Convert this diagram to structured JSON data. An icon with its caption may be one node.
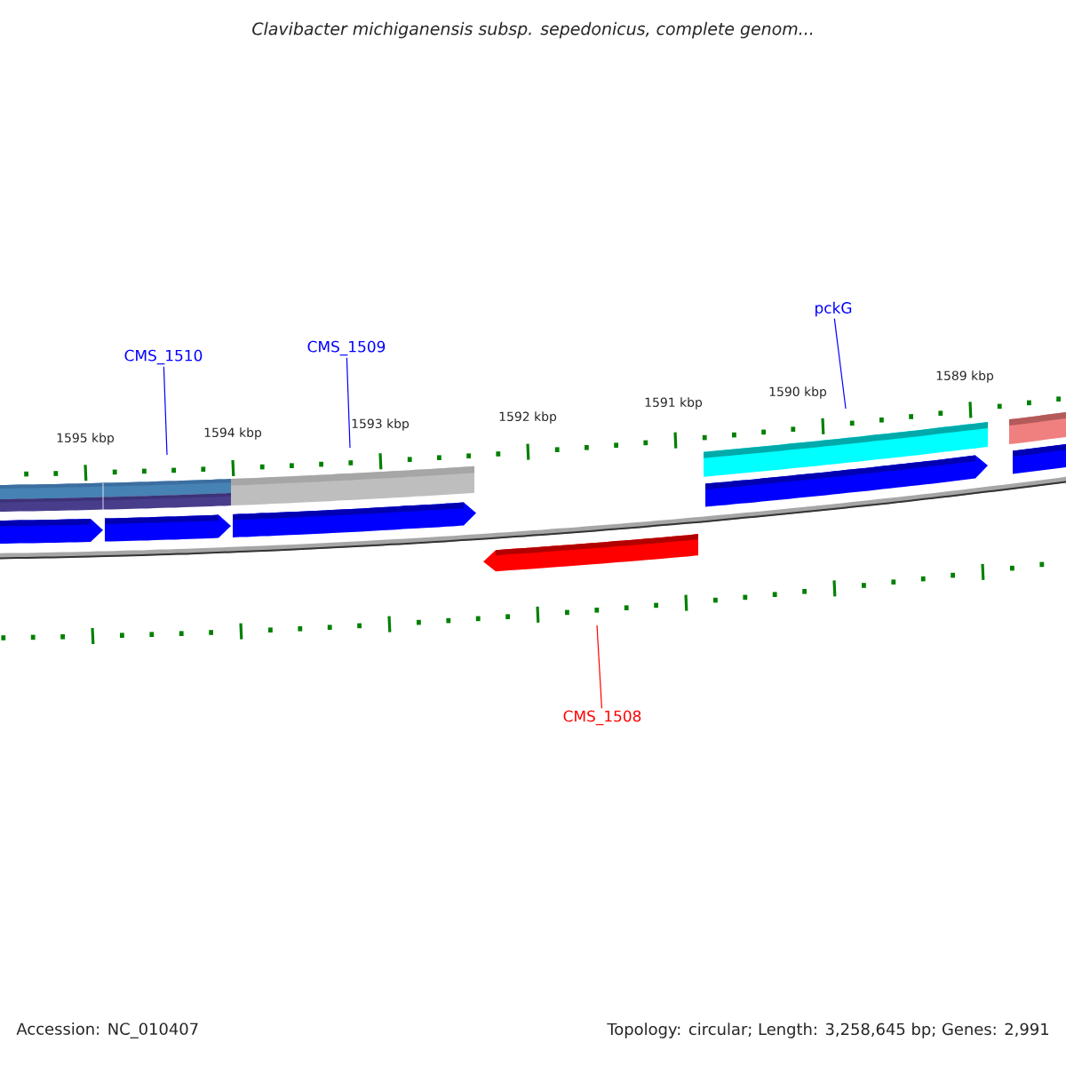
{
  "diagram": {
    "title": "Clavibacter michiganensis subsp. sepedonicus, complete genom...",
    "nodes": [
      {
        "text": [
          "CMS_1510"
        ]
      },
      {
        "text": [
          "CMS_1509"
        ]
      },
      {
        "text": [
          "pckG"
        ]
      },
      {
        "text": [
          "CMS_1508"
        ]
      }
    ],
    "edges": [
      {
        "from": 0,
        "to": null,
        "arrow": "none"
      },
      {
        "from": 1,
        "to": null,
        "arrow": "none"
      },
      {
        "from": 2,
        "to": null,
        "arrow": "none"
      },
      {
        "from": 3,
        "to": null,
        "arrow": "none",
        "color": "#ff0000"
      }
    ],
    "labels": [
      "1595 kbp",
      "1594 kbp",
      "1593 kbp",
      "1592 kbp",
      "1591 kbp",
      "1590 kbp",
      "1589 kbp",
      "Accession: NC_010407",
      "Topology: circular; Length: 3,258,645 bp; Genes: 2,991"
    ]
  }
}
